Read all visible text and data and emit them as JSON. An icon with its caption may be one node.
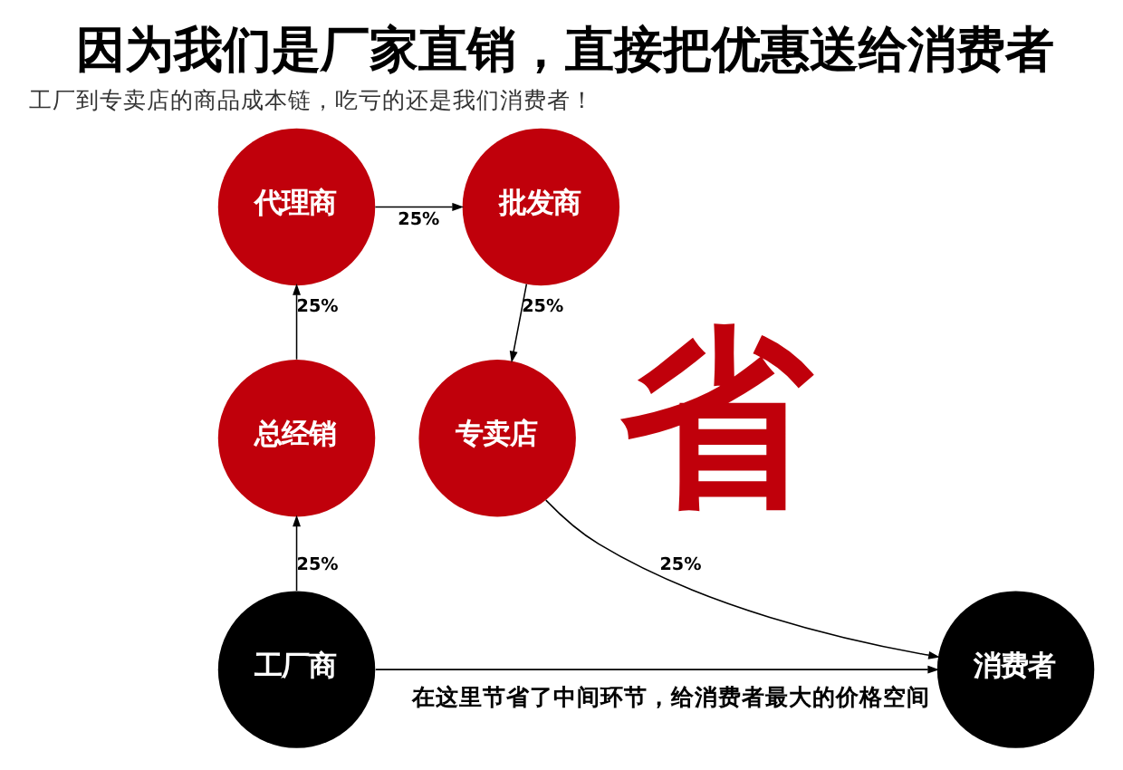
{
  "diagram": {
    "title": "因为我们是厂家直销，直接把优惠送给消费者",
    "nodes": [
      {
        "text": [
          "工厂商"
        ]
      },
      {
        "text": [
          "总经销"
        ]
      },
      {
        "text": [
          "代理商"
        ]
      },
      {
        "text": [
          "批发商"
        ]
      },
      {
        "text": [
          "专卖店"
        ]
      },
      {
        "text": [
          "消费者"
        ]
      }
    ],
    "edges": [
      {
        "from": 0,
        "to": 1,
        "label": "25%",
        "arrow": "to"
      },
      {
        "from": 1,
        "to": 2,
        "label": "25%",
        "arrow": "to"
      },
      {
        "from": 2,
        "to": 3,
        "label": "25%",
        "arrow": "to"
      },
      {
        "from": 3,
        "to": 4,
        "label": "25%",
        "arrow": "to"
      },
      {
        "from": 4,
        "to": 5,
        "label": "25%",
        "arrow": "to"
      },
      {
        "from": 0,
        "to": 5,
        "label": "在这里节省了中间环节，给消费者最大的价格空间",
        "arrow": "to"
      }
    ],
    "labels": [
      "工厂到专卖店的商品成本链，吃亏的还是我们消费者！",
      "省"
    ]
  }
}
